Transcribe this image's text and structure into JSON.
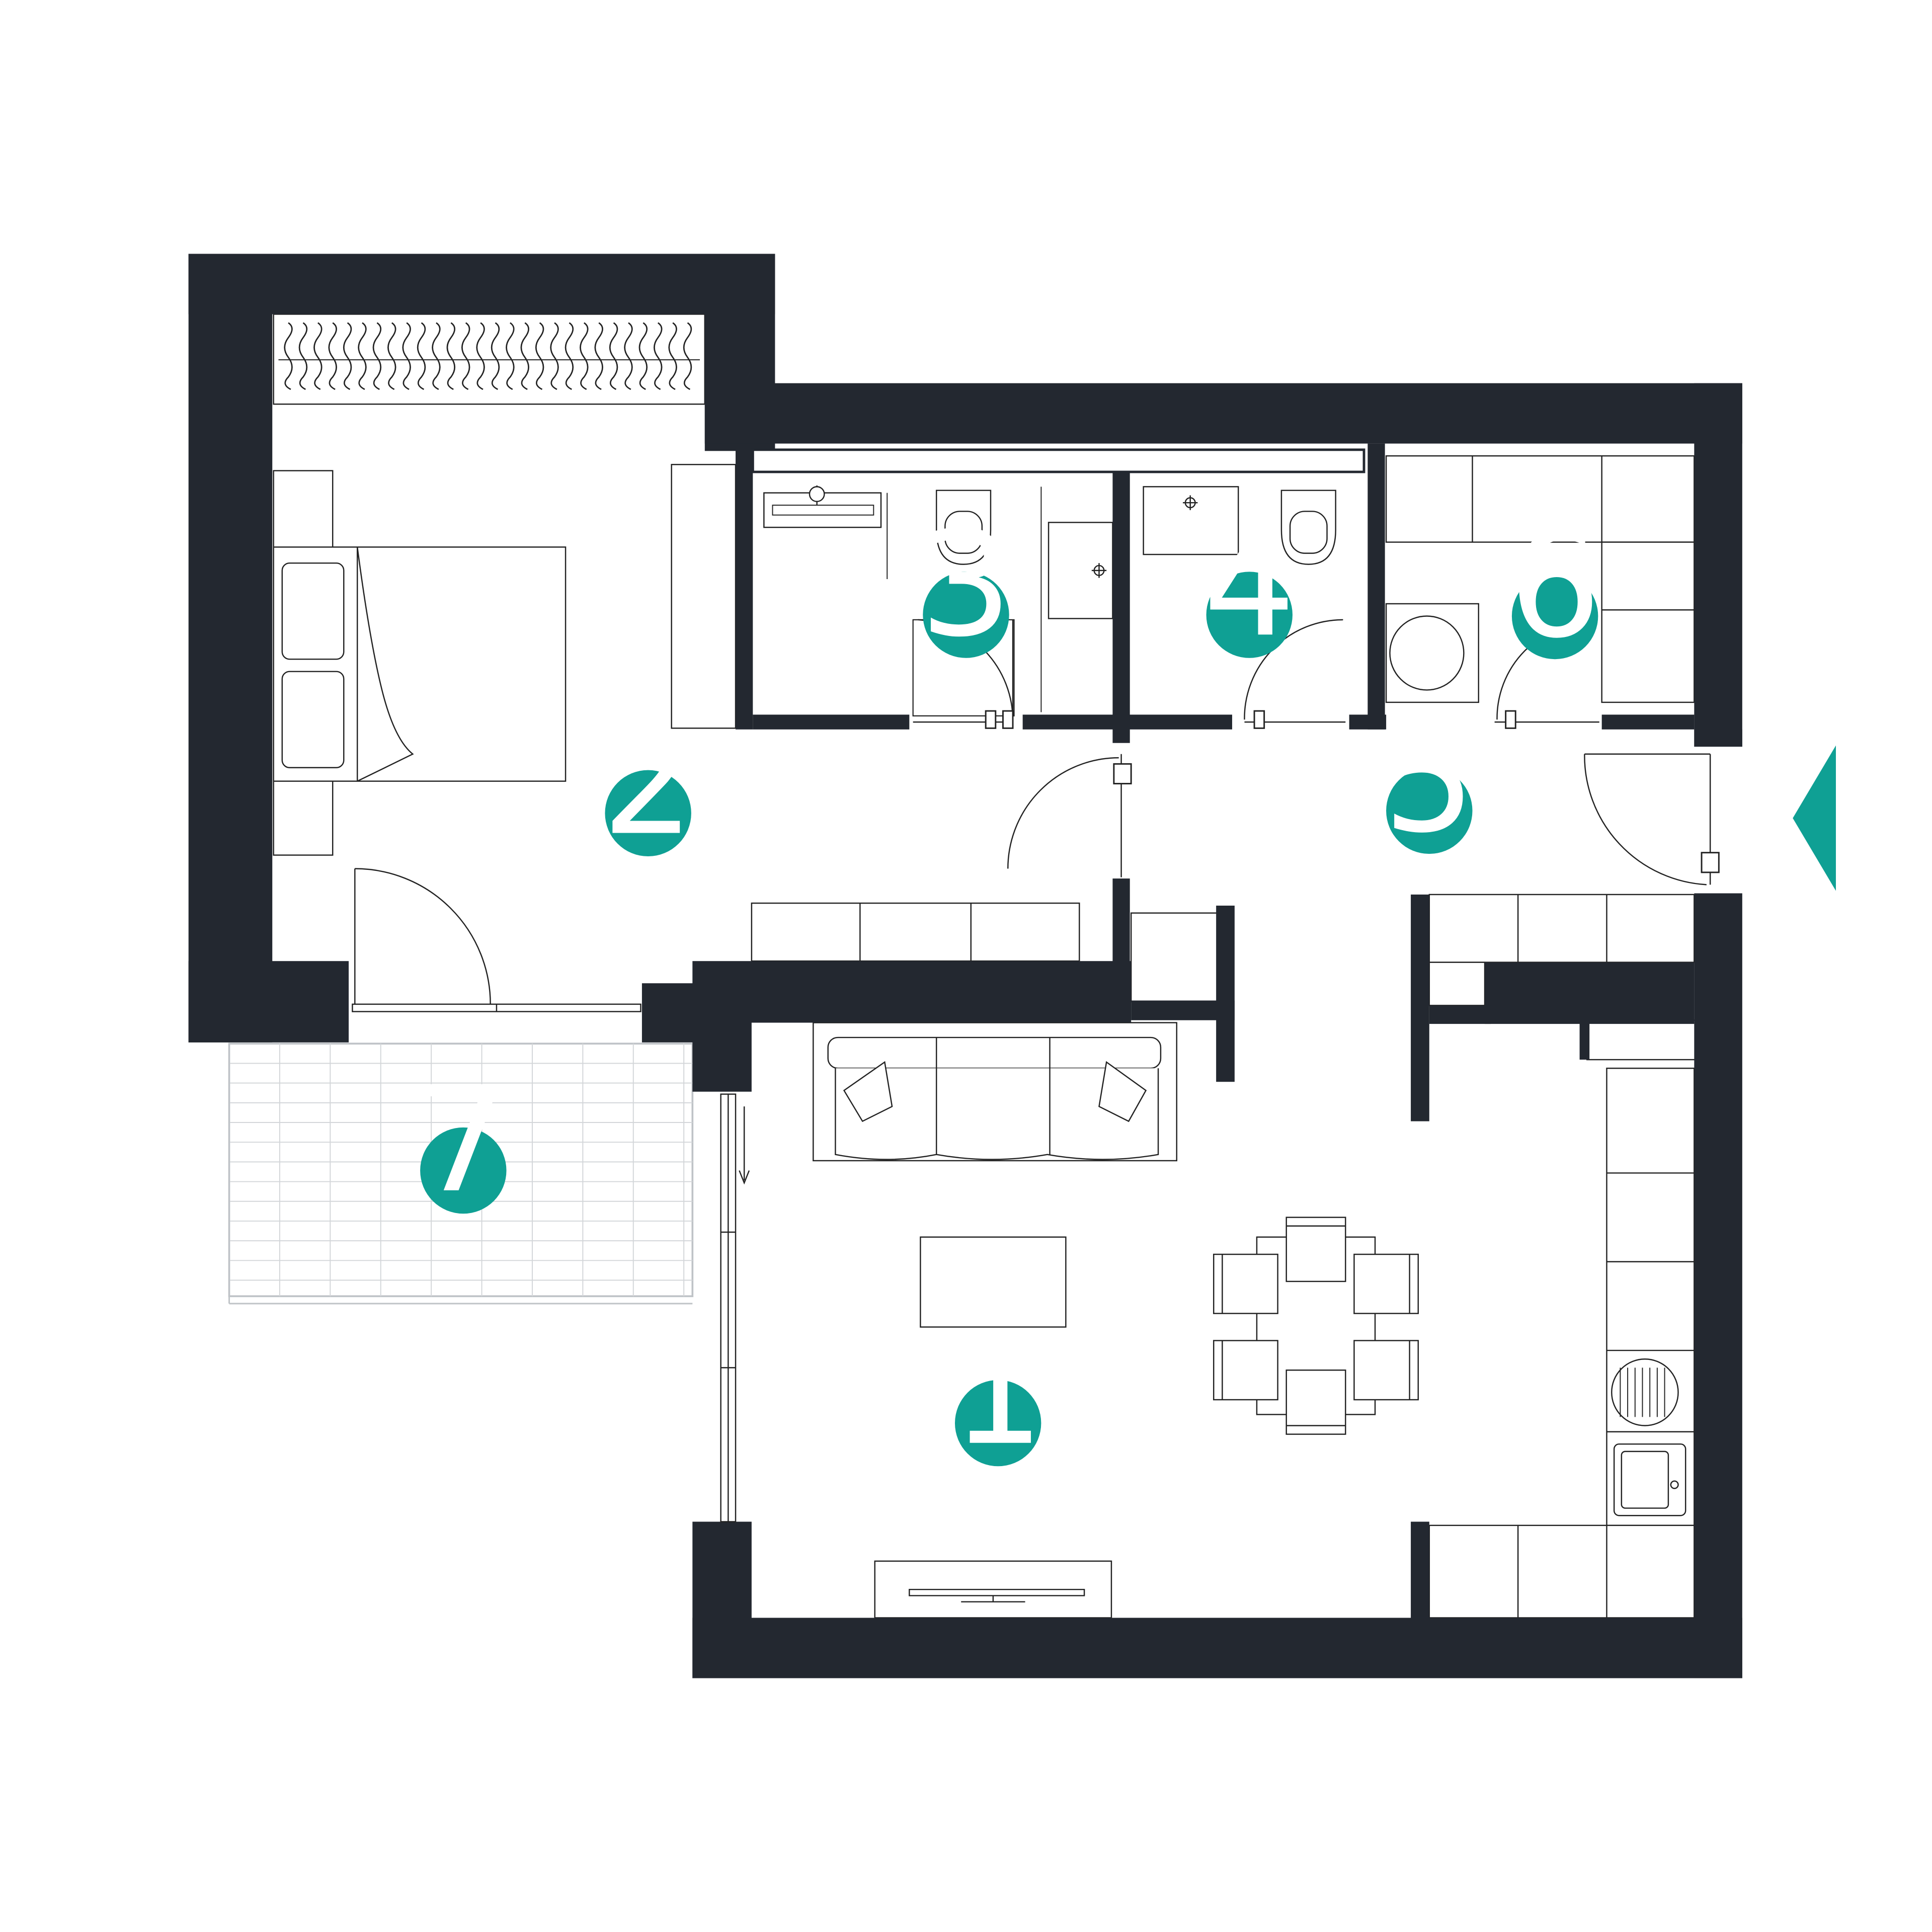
{
  "plan": {
    "wall_color": "#232830",
    "accent_color": "#0fa094",
    "line_color": "#222222",
    "light_line_color": "#bfc3c7",
    "rooms": [
      {
        "id": "room-1",
        "label": "1"
      },
      {
        "id": "room-2",
        "label": "2"
      },
      {
        "id": "room-3",
        "label": "3"
      },
      {
        "id": "room-4",
        "label": "4"
      },
      {
        "id": "room-5",
        "label": "5"
      },
      {
        "id": "room-6",
        "label": "6"
      },
      {
        "id": "room-7",
        "label": "7"
      }
    ],
    "entrance_marker_icon": "entrance-arrow-icon"
  }
}
